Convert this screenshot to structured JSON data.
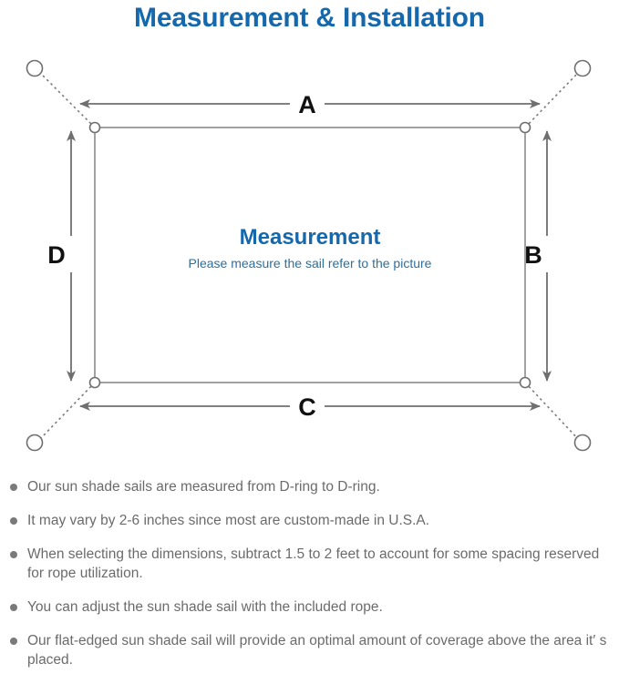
{
  "page": {
    "title": "Measurement & Installation",
    "title_color": "#1668ad"
  },
  "diagram": {
    "name": "sun-shade-sail-measurement-diagram",
    "center_heading": "Measurement",
    "center_subtext": "Please measure the sail refer to the picture",
    "heading_color": "#1668ad",
    "subtext_color": "#2d6f9e",
    "line_color": "#6f6f6f",
    "sail_edge_color": "#8a8a8a",
    "dimension_labels": [
      {
        "id": "A",
        "label": "A",
        "edge": "top"
      },
      {
        "id": "B",
        "label": "B",
        "edge": "right"
      },
      {
        "id": "C",
        "label": "C",
        "edge": "bottom"
      },
      {
        "id": "D",
        "label": "D",
        "edge": "left"
      }
    ],
    "anchor_points": [
      {
        "id": "top-left",
        "label": ""
      },
      {
        "id": "top-right",
        "label": ""
      },
      {
        "id": "bottom-left",
        "label": ""
      },
      {
        "id": "bottom-right",
        "label": ""
      }
    ],
    "d_rings": [
      {
        "id": "d-ring-top-left"
      },
      {
        "id": "d-ring-top-right"
      },
      {
        "id": "d-ring-bottom-left"
      },
      {
        "id": "d-ring-bottom-right"
      }
    ]
  },
  "notes": [
    {
      "text": "Our sun shade sails are measured from D-ring to D-ring."
    },
    {
      "text": "It may vary by 2-6 inches since most are custom-made in U.S.A."
    },
    {
      "text": "When selecting the dimensions, subtract 1.5 to 2 feet to account for some spacing reserved for rope utilization."
    },
    {
      "text": "You can adjust the sun shade sail with the included rope."
    },
    {
      "text": "Our flat-edged sun shade sail will provide an optimal amount of coverage above the area it′ s placed."
    }
  ]
}
